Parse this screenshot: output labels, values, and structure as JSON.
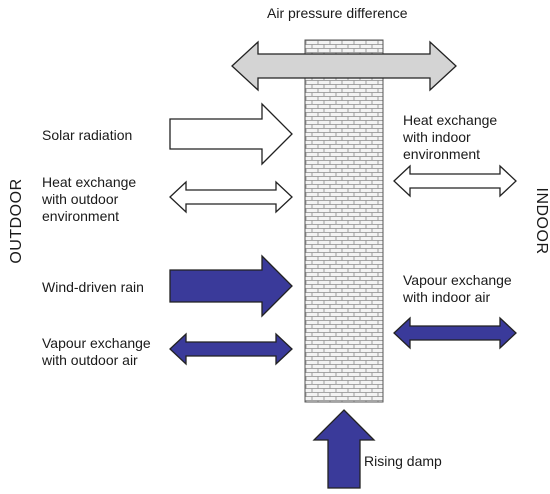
{
  "title": "Air pressure difference",
  "sides": {
    "outdoor": "OUTDOOR",
    "indoor": "INDOOR"
  },
  "labels": {
    "solar_radiation": "Solar radiation",
    "heat_outdoor": [
      "Heat exchange",
      "with outdoor",
      "environment"
    ],
    "heat_indoor": [
      "Heat exchange",
      "with indoor",
      "environment"
    ],
    "wind_rain": "Wind-driven rain",
    "vapour_outdoor": [
      "Vapour exchange",
      "with outdoor air"
    ],
    "vapour_indoor": [
      "Vapour exchange",
      "with indoor air"
    ],
    "rising_damp": "Rising damp"
  },
  "colors": {
    "blue_fill": "#3a3a9a",
    "grey_fill": "#d4d4d4",
    "white_fill": "#ffffff",
    "outline": "#222222",
    "wall_brick": "#8a8a8a"
  }
}
